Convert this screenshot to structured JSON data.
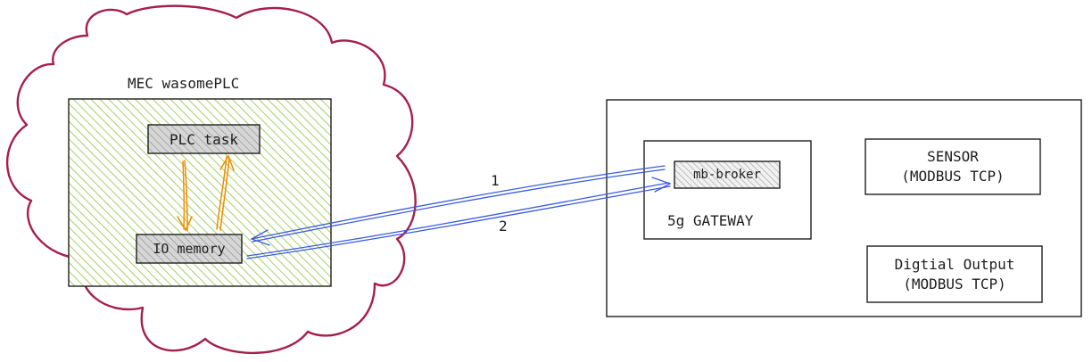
{
  "mec": {
    "title": "MEC wasomePLC",
    "plc_task": "PLC task",
    "io_memory": "IO memory"
  },
  "arrows": {
    "label_1": "1",
    "label_2": "2"
  },
  "gateway": {
    "broker": "mb-broker",
    "name": "5g GATEWAY"
  },
  "sensor": {
    "line1": "SENSOR",
    "line2": "(MODBUS TCP)"
  },
  "digital_output": {
    "line1": "Digtial Output",
    "line2": "(MODBUS TCP)"
  },
  "colors": {
    "cloud": "#a61e4d",
    "hatch_green": "#8cc63f",
    "arrow_blue": "#3b5bdb",
    "arrow_orange": "#f08c00",
    "broker_hatch": "#9e9e9e",
    "box_gray": "#a8aba6"
  }
}
